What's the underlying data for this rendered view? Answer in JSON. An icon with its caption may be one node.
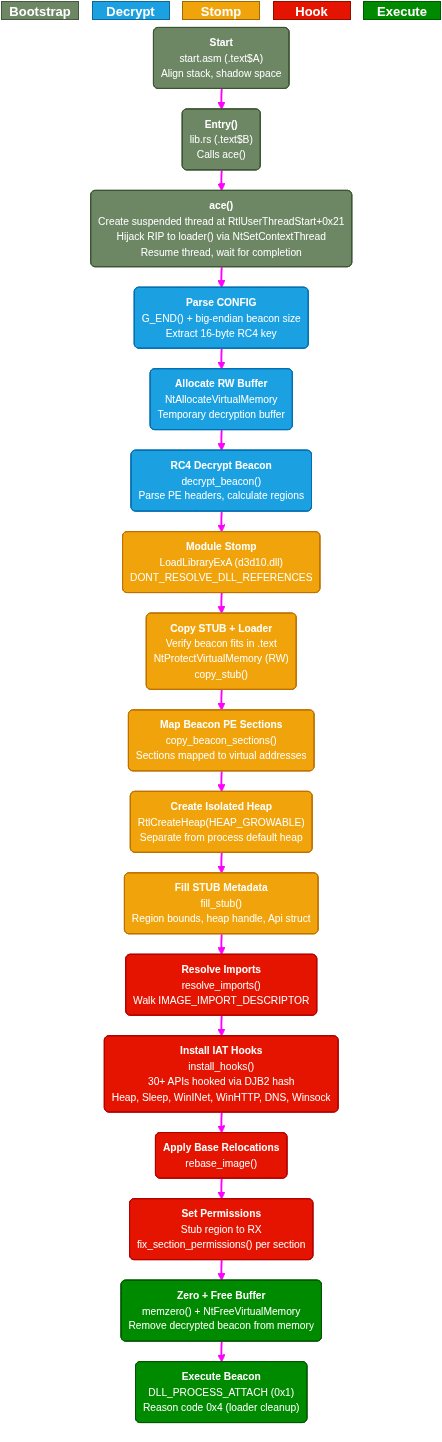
{
  "diagram": {
    "nodes": [
      {
        "text": [
          "Start",
          "start.asm (.text$A)",
          "Align stack, shadow space"
        ]
      },
      {
        "text": [
          "Entry()",
          "lib.rs (.text$B)",
          "Calls ace()"
        ]
      },
      {
        "text": [
          "ace()",
          "Create suspended thread at RtlUserThreadStart+0x21",
          "Hijack RIP to loader() via NtSetContextThread",
          "Resume thread, wait for completion"
        ]
      },
      {
        "text": [
          "Parse CONFIG",
          "G_END() + big-endian beacon size",
          "Extract 16-byte RC4 key"
        ]
      },
      {
        "text": [
          "Allocate RW Buffer",
          "NtAllocateVirtualMemory",
          "Temporary decryption buffer"
        ]
      },
      {
        "text": [
          "RC4 Decrypt Beacon",
          "decrypt_beacon()",
          "Parse PE headers, calculate regions"
        ]
      },
      {
        "text": [
          "Module Stomp",
          "LoadLibraryExA (d3d10.dll)",
          "DONT_RESOLVE_DLL_REFERENCES"
        ]
      },
      {
        "text": [
          "Copy STUB + Loader",
          "Verify beacon fits in .text",
          "NtProtectVirtualMemory (RW)",
          "copy_stub()"
        ]
      },
      {
        "text": [
          "Map Beacon PE Sections",
          "copy_beacon_sections()",
          "Sections mapped to virtual addresses"
        ]
      },
      {
        "text": [
          "Create Isolated Heap",
          "RtlCreateHeap(HEAP_GROWABLE)",
          "Separate from process default heap"
        ]
      },
      {
        "text": [
          "Fill STUB Metadata",
          "fill_stub()",
          "Region bounds, heap handle, Api struct"
        ]
      },
      {
        "text": [
          "Resolve Imports",
          "resolve_imports()",
          "Walk IMAGE_IMPORT_DESCRIPTOR"
        ]
      },
      {
        "text": [
          "Install IAT Hooks",
          "install_hooks()",
          "30+ APIs hooked via DJB2 hash",
          "Heap, Sleep, WinINet, WinHTTP, DNS, Winsock"
        ]
      },
      {
        "text": [
          "Apply Base Relocations",
          "rebase_image()"
        ]
      },
      {
        "text": [
          "Set Permissions",
          "Stub region to RX",
          "fix_section_permissions() per section"
        ]
      },
      {
        "text": [
          "Zero + Free Buffer",
          "memzero() + NtFreeVirtualMemory",
          "Remove decrypted beacon from memory"
        ]
      },
      {
        "text": [
          "Execute Beacon",
          "DLL_PROCESS_ATTACH (0x1)",
          "Reason code 0x4 (loader cleanup)"
        ]
      }
    ],
    "edges": [
      {
        "from": 0,
        "to": 1,
        "arrow": "to"
      },
      {
        "from": 1,
        "to": 2,
        "arrow": "to"
      },
      {
        "from": 2,
        "to": 3,
        "arrow": "to"
      },
      {
        "from": 3,
        "to": 4,
        "arrow": "to"
      },
      {
        "from": 4,
        "to": 5,
        "arrow": "to"
      },
      {
        "from": 5,
        "to": 6,
        "arrow": "to"
      },
      {
        "from": 6,
        "to": 7,
        "arrow": "to"
      },
      {
        "from": 7,
        "to": 8,
        "arrow": "to"
      },
      {
        "from": 8,
        "to": 9,
        "arrow": "to"
      },
      {
        "from": 9,
        "to": 10,
        "arrow": "to"
      },
      {
        "from": 10,
        "to": 11,
        "arrow": "to"
      },
      {
        "from": 11,
        "to": 12,
        "arrow": "to"
      },
      {
        "from": 12,
        "to": 13,
        "arrow": "to"
      },
      {
        "from": 13,
        "to": 14,
        "arrow": "to"
      },
      {
        "from": 14,
        "to": 15,
        "arrow": "to"
      },
      {
        "from": 15,
        "to": 16,
        "arrow": "to"
      }
    ],
    "legend": [
      {
        "text": "Bootstrap",
        "color": "#6d8764"
      },
      {
        "text": "Decrypt",
        "color": "#1ba1e2"
      },
      {
        "text": "Stomp",
        "color": "#f0a30a"
      },
      {
        "text": "Hook",
        "color": "#e51400"
      },
      {
        "text": "Execute",
        "color": "#008a00"
      }
    ]
  }
}
